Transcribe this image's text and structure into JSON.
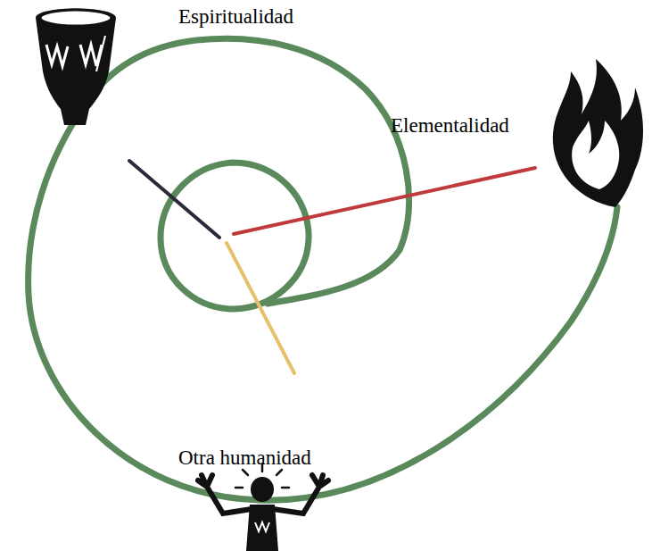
{
  "diagram": {
    "labels": [
      "Espiritualidad",
      "Elementalidad",
      "Otra humanidad"
    ]
  }
}
